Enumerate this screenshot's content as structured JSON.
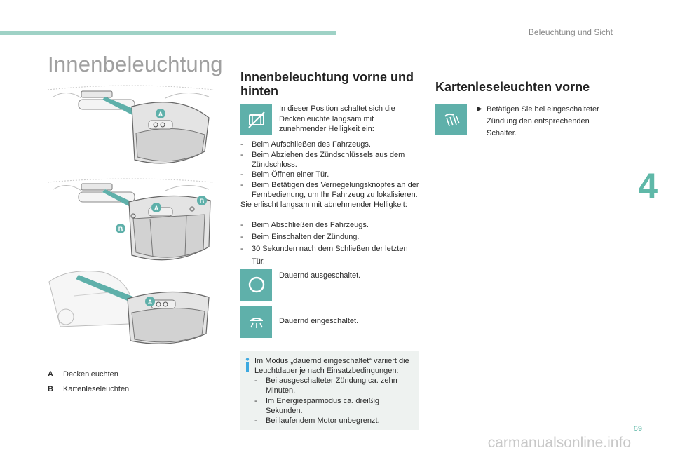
{
  "header": {
    "section_title": "Beleuchtung und Sicht",
    "page_title": "Innenbeleuchtung",
    "chapter_number": "4",
    "page_number": "69"
  },
  "illustrations": {
    "label_a": "A",
    "label_b": "B"
  },
  "legend": [
    {
      "key": "A",
      "label": "Deckenleuchten"
    },
    {
      "key": "B",
      "label": "Kartenleseleuchten"
    }
  ],
  "front_rear": {
    "heading": "Innenbeleuchtung vorne und hinten",
    "icon": "door-lamp-icon",
    "intro": "In dieser Position schaltet sich die Deckenleuchte langsam mit zunehmender Helligkeit ein:",
    "on_conditions": [
      "Beim Aufschließen des Fahrzeugs.",
      "Beim Abziehen des Zündschlüssels aus dem Zündschloss.",
      "Beim Öffnen einer Tür.",
      "Beim Betätigen des Verriegelungsknopfes an der Fernbedienung, um Ihr Fahrzeug zu lokalisieren."
    ],
    "off_intro": "Sie erlischt langsam mit abnehmender Helligkeit:",
    "off_conditions": [
      "Beim Abschließen des Fahrzeugs.",
      "Beim Einschalten der Zündung.",
      "30 Sekunden nach dem Schließen der letzten Tür."
    ],
    "option_off": {
      "icon": "circle-off-icon",
      "label": "Dauernd ausgeschaltet."
    },
    "option_on": {
      "icon": "lamp-on-icon",
      "label": "Dauernd eingeschaltet."
    },
    "note": {
      "intro": "Im Modus „dauernd eingeschaltet“ variiert die Leuchtdauer je nach Einsatzbedingungen:",
      "items": [
        "Bei ausgeschalteter Zündung ca. zehn Minuten.",
        "Im Energiesparmodus ca. dreißig Sekunden.",
        "Bei laufendem Motor unbegrenzt."
      ]
    }
  },
  "map_lights": {
    "heading": "Kartenleseleuchten vorne",
    "icon": "reading-lamp-icon",
    "instruction": "Betätigen Sie bei eingeschalteter Zündung den entsprechenden Schalter."
  },
  "watermark": "carmanualsonline.info",
  "colors": {
    "accent": "#5fb0aa",
    "top_bar": "#9fd2c6",
    "marker": "#5fb8a8",
    "note_bg": "#eef2f0"
  }
}
